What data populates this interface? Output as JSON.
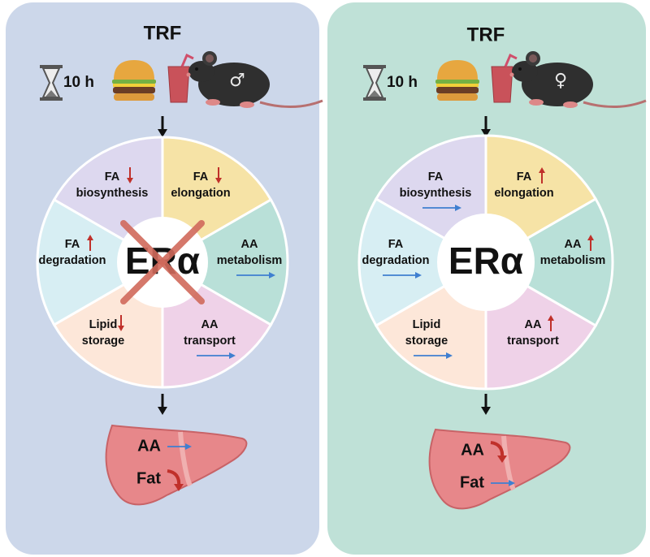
{
  "colors": {
    "left_panel_bg": "#ccd7ea",
    "right_panel_bg": "#bfe1d7",
    "down_arrow": "#c0302a",
    "up_arrow": "#c0302a",
    "right_arrow": "#3f7fd0",
    "segment_fa_biosynthesis": "#ddd8ef",
    "segment_fa_elongation": "#f6e3a6",
    "segment_aa_metabolism": "#b9e0d8",
    "segment_aa_transport": "#efd2e8",
    "segment_lipid_storage": "#fde7d9",
    "segment_fa_degradation": "#d7eef3",
    "liver": "#e7878a",
    "cross_out": "#d16a5c"
  },
  "icons": [
    "hourglass-icon",
    "burger-icon",
    "drink-icon",
    "mouse-icon",
    "liver-icon"
  ],
  "panels": [
    {
      "id": "left",
      "title": "TRF",
      "duration": "10 h",
      "sex_symbol": "♂",
      "hub_label": "ERα",
      "hub_crossed_out": true,
      "segments": [
        {
          "line1": "FA",
          "line2": "biosynthesis",
          "change": "down"
        },
        {
          "line1": "FA",
          "line2": "elongation",
          "change": "down"
        },
        {
          "line1": "AA",
          "line2": "metabolism",
          "change": "no-change"
        },
        {
          "line1": "AA",
          "line2": "transport",
          "change": "no-change"
        },
        {
          "line1": "Lipid",
          "line2": "storage",
          "change": "down"
        },
        {
          "line1": "FA",
          "line2": "degradation",
          "change": "up"
        }
      ],
      "liver": {
        "row1_label": "AA",
        "row1_change": "no-change",
        "row2_label": "Fat",
        "row2_change": "down"
      }
    },
    {
      "id": "right",
      "title": "TRF",
      "duration": "10 h",
      "sex_symbol": "♀",
      "hub_label": "ERα",
      "hub_crossed_out": false,
      "segments": [
        {
          "line1": "FA",
          "line2": "biosynthesis",
          "change": "no-change"
        },
        {
          "line1": "FA",
          "line2": "elongation",
          "change": "up"
        },
        {
          "line1": "AA",
          "line2": "metabolism",
          "change": "up"
        },
        {
          "line1": "AA",
          "line2": "transport",
          "change": "up"
        },
        {
          "line1": "Lipid",
          "line2": "storage",
          "change": "no-change"
        },
        {
          "line1": "FA",
          "line2": "degradation",
          "change": "no-change"
        }
      ],
      "liver": {
        "row1_label": "AA",
        "row1_change": "down",
        "row2_label": "Fat",
        "row2_change": "no-change"
      }
    }
  ]
}
